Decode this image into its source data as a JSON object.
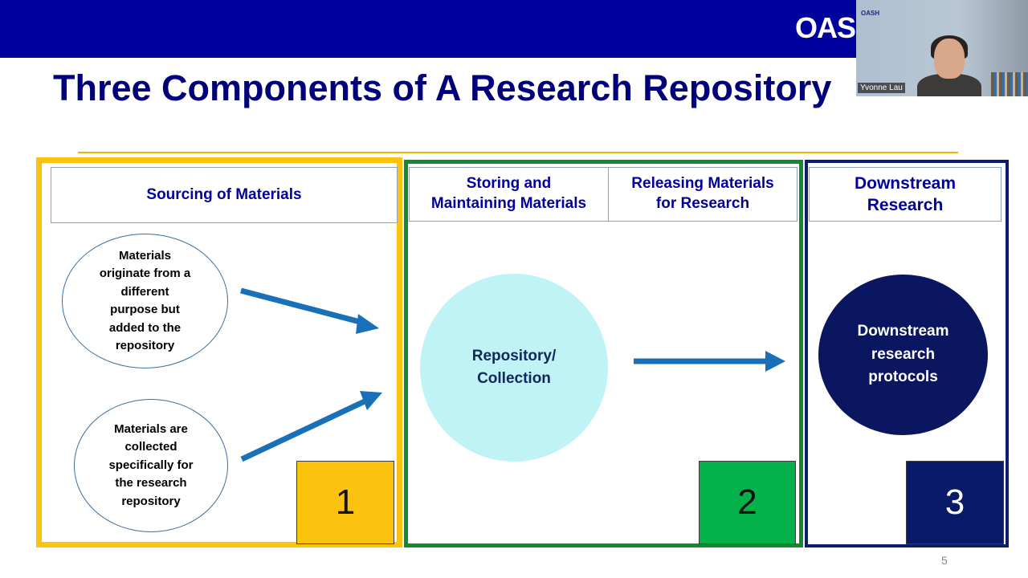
{
  "header": {
    "logo_text": "OASH",
    "bar_color": "#00009c"
  },
  "slide": {
    "title": "Three Components of A Research Repository",
    "page_number": "5"
  },
  "sections": {
    "sourcing": {
      "header": "Sourcing of Materials",
      "color": "#fbc20e",
      "number": "1"
    },
    "storing": {
      "header_lines": [
        "Storing and",
        "Maintaining Materials"
      ],
      "color": "#138a2d",
      "number": "2"
    },
    "releasing": {
      "header_lines": [
        "Releasing Materials",
        "for Research"
      ]
    },
    "downstream": {
      "header_lines": [
        "Downstream",
        "Research"
      ],
      "color": "#0a1f6b",
      "number": "3"
    }
  },
  "nodes": {
    "materials_repurposed": [
      "Materials",
      "originate from a",
      "different",
      "purpose but",
      "added to the",
      "repository"
    ],
    "materials_collected": [
      "Materials are",
      "collected",
      "specifically for",
      "the research",
      "repository"
    ],
    "repository": [
      "Repository/",
      "Collection"
    ],
    "downstream_protocols": [
      "Downstream",
      "research",
      "protocols"
    ]
  },
  "video_overlay": {
    "participant_name": "Yvonne Lau",
    "logo_text": "OASH"
  },
  "icons": {
    "arrow": "arrow-right-icon"
  },
  "colors": {
    "title": "#00007a",
    "arrow": "#1a70b8",
    "repository_fill": "#bff3f6",
    "downstream_fill": "#0a1660"
  }
}
